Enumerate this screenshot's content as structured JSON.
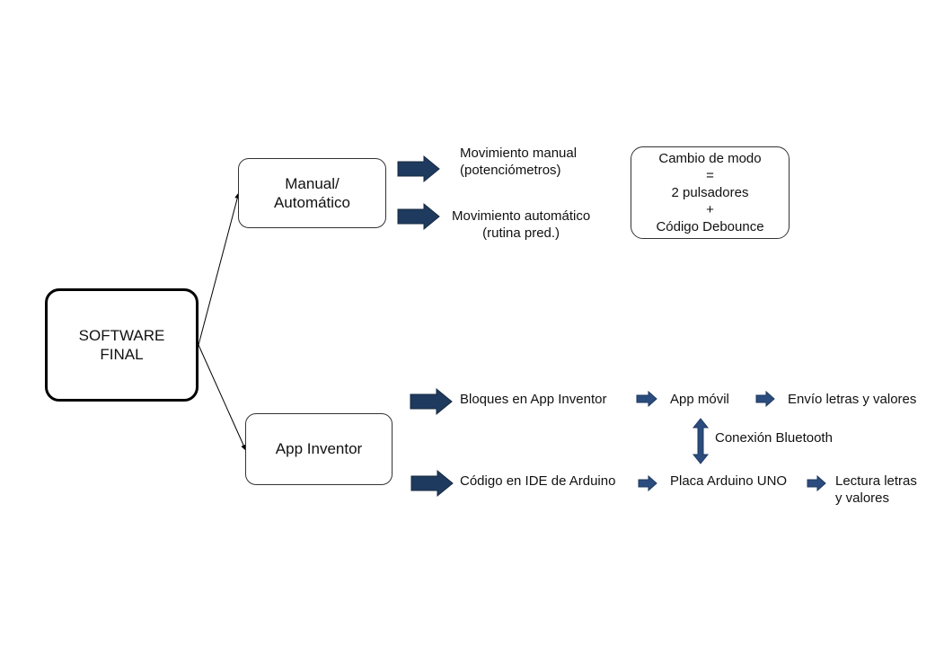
{
  "diagram": {
    "root": "SOFTWARE\nFINAL",
    "branch_manual": "Manual/\nAutomático",
    "branch_appinventor": "App Inventor",
    "manual_items": {
      "manual": "Movimiento manual\n(potenciómetros)",
      "auto": "Movimiento automático\n(rutina pred.)"
    },
    "mode_change": "Cambio de modo\n=\n2 pulsadores\n+\nCódigo Debounce",
    "app_flow": {
      "blocks": "Bloques en App Inventor",
      "app": "App móvil",
      "send": "Envío letras y valores",
      "bluetooth": "Conexión Bluetooth",
      "ide": "Código en IDE de Arduino",
      "board": "Placa Arduino UNO",
      "read": "Lectura letras\ny valores"
    },
    "arrow_color": "#1F3A5F"
  }
}
